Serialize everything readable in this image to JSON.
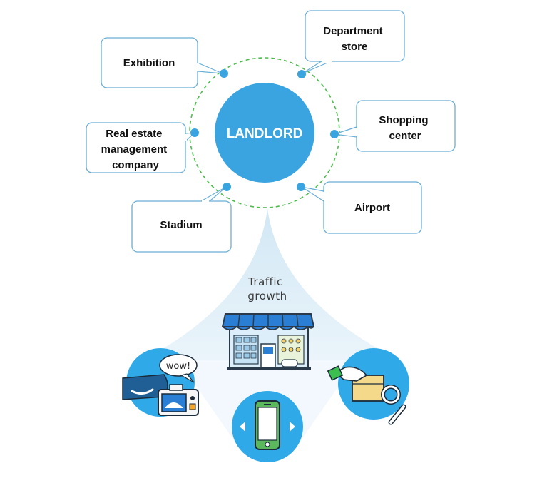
{
  "hub": {
    "label": "LANDLORD"
  },
  "callouts": {
    "exhibition": [
      "Exhibition"
    ],
    "department_store": [
      "Department",
      "store"
    ],
    "real_estate": [
      "Real estate",
      "management",
      "company"
    ],
    "shopping_center": [
      "Shopping",
      "center"
    ],
    "stadium": [
      "Stadium"
    ],
    "airport": [
      "Airport"
    ]
  },
  "traffic": [
    "Traffic",
    "growth"
  ],
  "wow": "wow!",
  "colors": {
    "hub": "#3aa4e0",
    "dot": "#3aa4e0",
    "ring": "#4dbb4d",
    "callout_border": "#6aaed6",
    "circle_icon": "#2fa9e8",
    "beam": "#cfe6f4"
  },
  "icons": [
    "store-icon",
    "camera-reaction-icon",
    "smartphone-icon",
    "package-handover-icon"
  ]
}
